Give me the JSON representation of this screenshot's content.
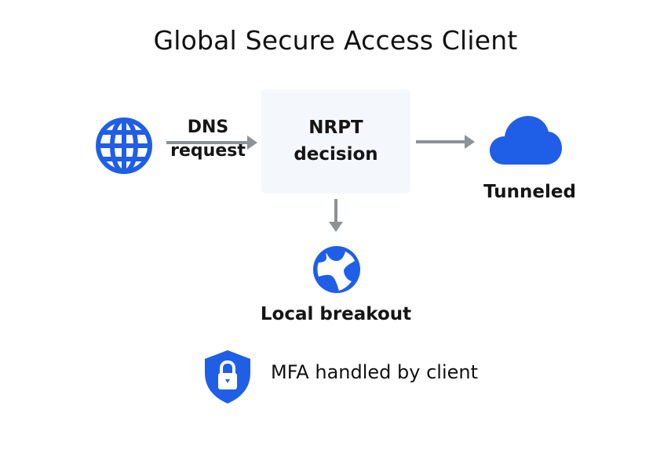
{
  "title": "Global Secure Access Client",
  "nodes": {
    "source": {
      "icon": "globe-icon",
      "color": "#1f5fe8"
    },
    "dns_request": {
      "line1": "DNS",
      "line2": "request"
    },
    "decision": {
      "line1": "NRPT",
      "line2": "decision"
    },
    "tunneled": {
      "icon": "cloud-icon",
      "label": "Tunneled",
      "color": "#1f5fe8"
    },
    "local_breakout": {
      "icon": "globe-breakout-icon",
      "label": "Local breakout",
      "color": "#1f5fe8"
    }
  },
  "footer": {
    "icon": "shield-lock-icon",
    "text": "MFA handled by client",
    "color": "#1f5fe8"
  },
  "edges": [
    {
      "from": "source",
      "to": "decision",
      "label": "DNS request"
    },
    {
      "from": "decision",
      "to": "tunneled",
      "label": ""
    },
    {
      "from": "decision",
      "to": "local_breakout",
      "label": ""
    }
  ]
}
